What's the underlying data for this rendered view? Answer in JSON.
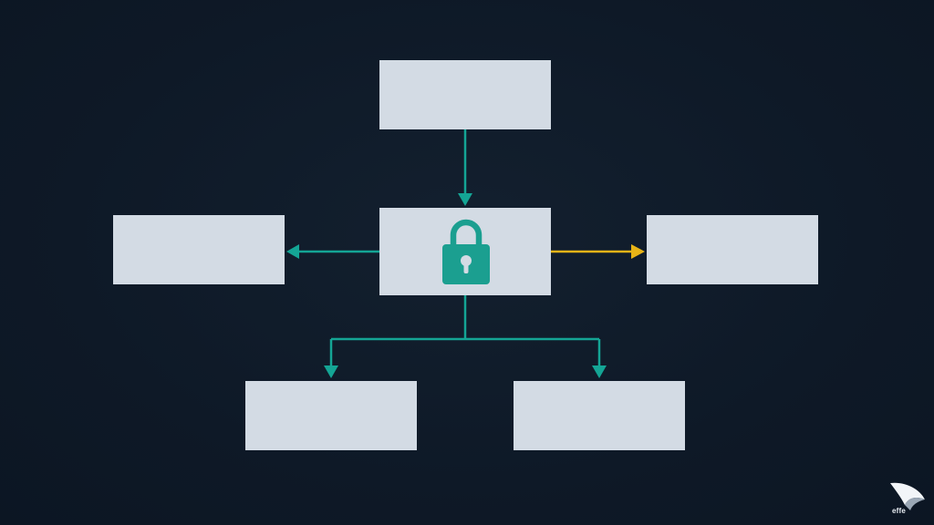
{
  "diagram": {
    "background_color": "#0f1a29",
    "box_color": "#d3dbe4",
    "arrow_color_primary": "#14a595",
    "arrow_color_highlight": "#e8b417",
    "center_icon": "padlock-icon",
    "center_icon_color": "#1b9f90",
    "nodes": [
      {
        "id": "top",
        "label": ""
      },
      {
        "id": "center",
        "label": ""
      },
      {
        "id": "left",
        "label": ""
      },
      {
        "id": "right",
        "label": ""
      },
      {
        "id": "bottom-left",
        "label": ""
      },
      {
        "id": "bottom-right",
        "label": ""
      }
    ],
    "edges": [
      {
        "from": "top",
        "to": "center",
        "color": "primary"
      },
      {
        "from": "center",
        "to": "left",
        "color": "primary"
      },
      {
        "from": "center",
        "to": "right",
        "color": "highlight"
      },
      {
        "from": "center",
        "to": "bottom-left",
        "color": "primary"
      },
      {
        "from": "center",
        "to": "bottom-right",
        "color": "primary"
      }
    ]
  },
  "watermark": {
    "icon": "shark-fin-logo-icon",
    "text": "effe"
  }
}
